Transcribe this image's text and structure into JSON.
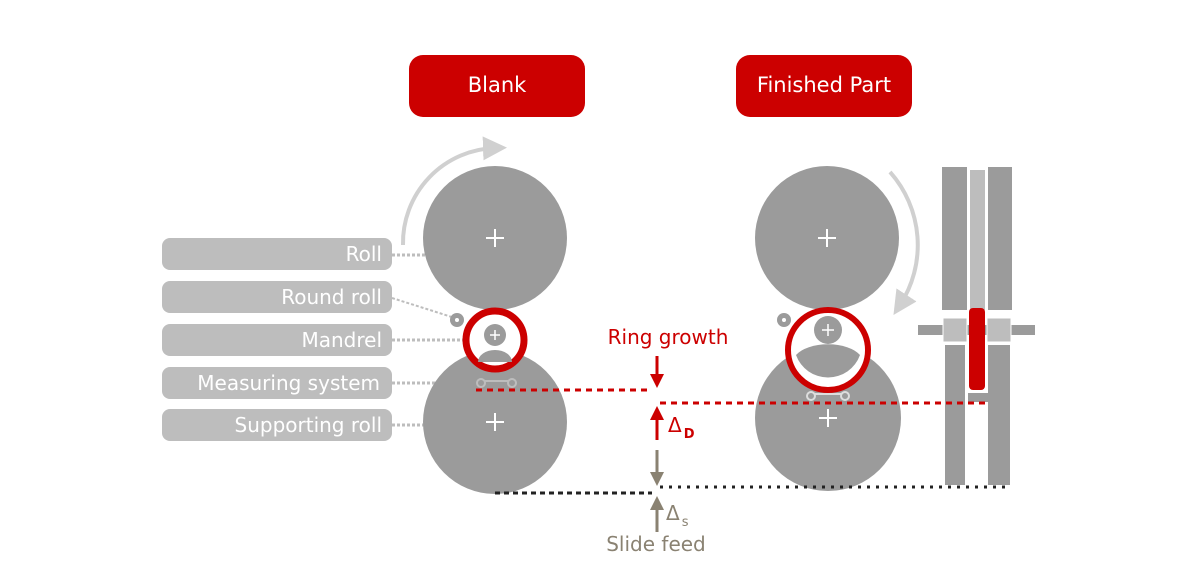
{
  "headers": {
    "blank": "Blank",
    "finished": "Finished Part"
  },
  "labels": [
    "Roll",
    "Round roll",
    "Mandrel",
    "Measuring system",
    "Supporting roll"
  ],
  "annotations": {
    "ring_growth": "Ring growth",
    "delta_d_symbol": "Δ",
    "delta_d_sub": "D",
    "delta_s_symbol": "Δ",
    "delta_s_sub": "s",
    "slide_feed": "Slide feed"
  },
  "colors": {
    "accent": "#cc0000",
    "roll": "#9b9b9b",
    "label_bg": "#bdbdbd",
    "slide": "#8a8272"
  }
}
